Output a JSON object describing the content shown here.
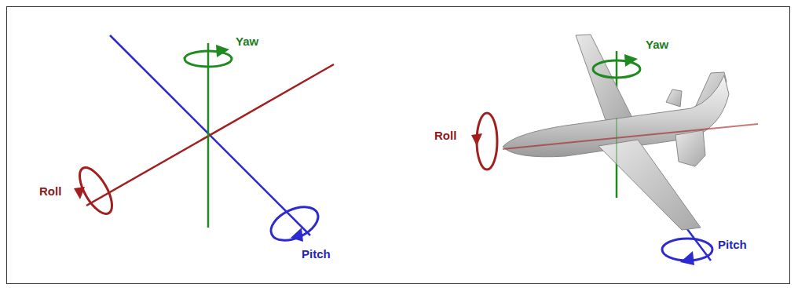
{
  "diagram": {
    "labels": [
      "Yaw",
      "Roll",
      "Pitch",
      "Yaw",
      "Roll",
      "Pitch"
    ]
  }
}
